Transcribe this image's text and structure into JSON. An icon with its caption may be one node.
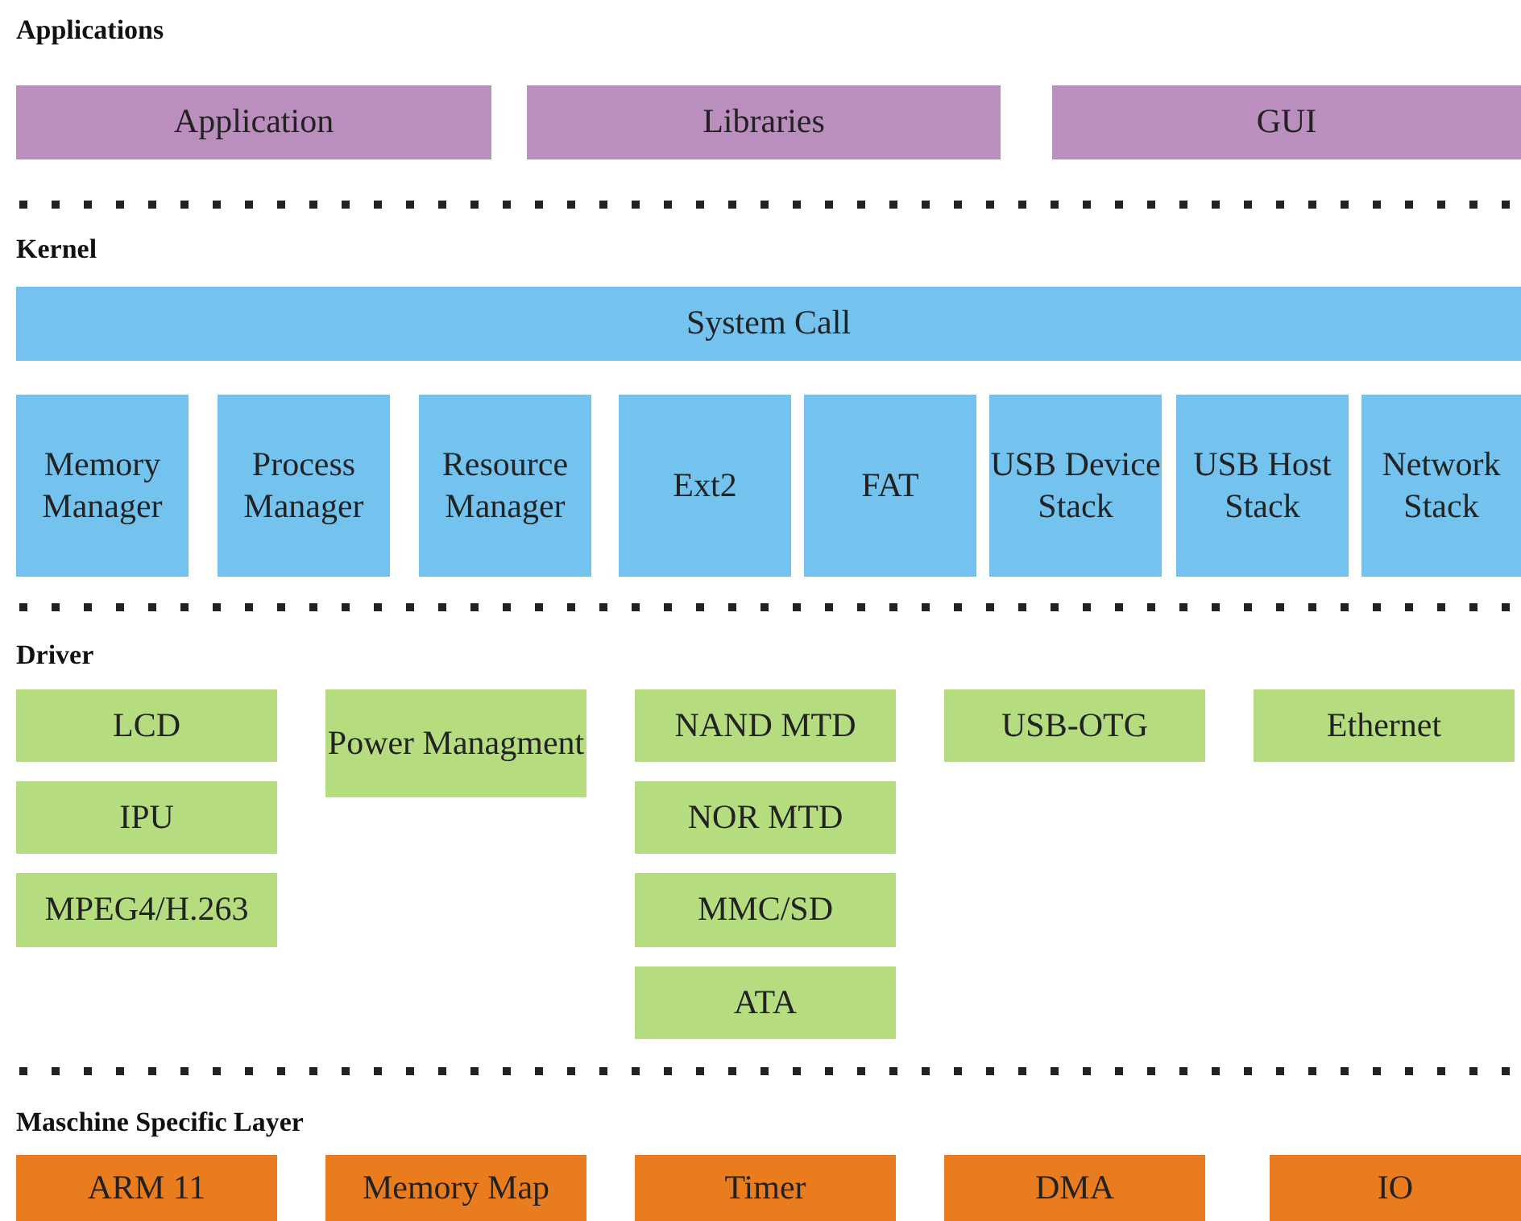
{
  "diagram": {
    "nodes": [
      {
        "text": [
          "Application"
        ]
      },
      {
        "text": [
          "Libraries"
        ]
      },
      {
        "text": [
          "GUI"
        ]
      },
      {
        "text": [
          "System Call"
        ]
      },
      {
        "text": [
          "Memory Manager"
        ]
      },
      {
        "text": [
          "Process Manager"
        ]
      },
      {
        "text": [
          "Resource Manager"
        ]
      },
      {
        "text": [
          "Ext2"
        ]
      },
      {
        "text": [
          "FAT"
        ]
      },
      {
        "text": [
          "USB Device Stack"
        ]
      },
      {
        "text": [
          "USB Host Stack"
        ]
      },
      {
        "text": [
          "Network Stack"
        ]
      },
      {
        "text": [
          "LCD"
        ]
      },
      {
        "text": [
          "Power Managment"
        ]
      },
      {
        "text": [
          "NAND MTD"
        ]
      },
      {
        "text": [
          "USB-OTG"
        ]
      },
      {
        "text": [
          "Ethernet"
        ]
      },
      {
        "text": [
          "IPU"
        ]
      },
      {
        "text": [
          "NOR MTD"
        ]
      },
      {
        "text": [
          "MPEG4/H.263"
        ]
      },
      {
        "text": [
          "MMC/SD"
        ]
      },
      {
        "text": [
          "ATA"
        ]
      },
      {
        "text": [
          "ARM 11"
        ]
      },
      {
        "text": [
          "Memory Map"
        ]
      },
      {
        "text": [
          "Timer"
        ]
      },
      {
        "text": [
          "DMA"
        ]
      },
      {
        "text": [
          "IO"
        ]
      }
    ],
    "labels": [
      "Applications",
      "Kernel",
      "Driver",
      "Maschine Specific Layer"
    ]
  }
}
